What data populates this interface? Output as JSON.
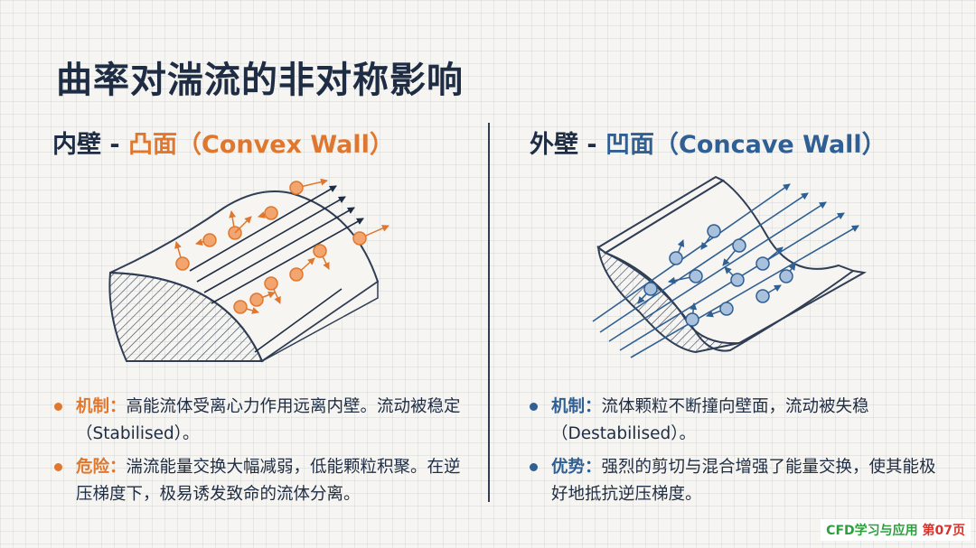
{
  "title": "曲率对湍流的非对称影响",
  "left": {
    "heading_prefix": "内壁 - ",
    "heading_main": "凸面（Convex Wall）",
    "bullets": [
      {
        "label": "机制：",
        "text": "高能流体受离心力作用远离内壁。流动被稳定（Stabilised）。"
      },
      {
        "label": "危险：",
        "text": "湍流能量交换大幅减弱，低能颗粒积聚。在逆压梯度下，极易诱发致命的流体分离。"
      }
    ]
  },
  "right": {
    "heading_prefix": "外壁 - ",
    "heading_main": "凹面（Concave Wall）",
    "bullets": [
      {
        "label": "机制：",
        "text": "流体颗粒不断撞向壁面，流动被失稳（Destabilised）。"
      },
      {
        "label": "优势：",
        "text": "强烈的剪切与混合增强了能量交换，使其能极好地抵抗逆压梯度。"
      }
    ]
  },
  "badge": {
    "prefix": "CFD学习与应用",
    "page": "第07页"
  },
  "colors": {
    "accent_orange": "#e0772e",
    "accent_blue": "#2f5f93",
    "ink": "#1f2d44"
  }
}
